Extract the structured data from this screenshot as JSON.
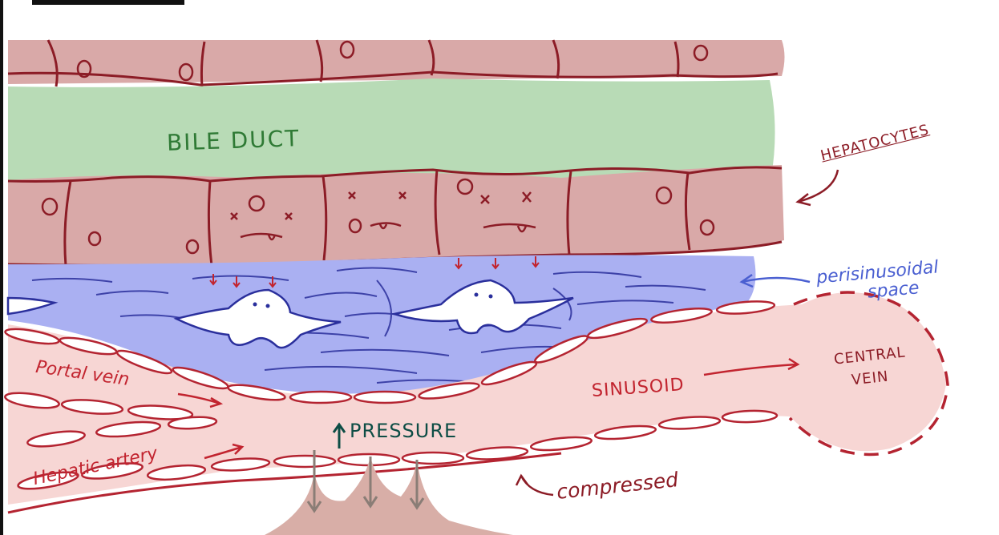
{
  "colors": {
    "hepatocyte_fill": "#d9a9a8",
    "cell_outline": "#8c1c26",
    "bile_duct": "#b8dbb6",
    "bile_text": "#2f7a35",
    "space_fill": "#aab0f2",
    "space_text": "#4a5fd1",
    "vessel_fill": "#f7d6d4",
    "vessel_line": "#c7323f",
    "label_red": "#c2242f",
    "pressure_text": "#0d4d45",
    "arrow_gray": "#8a7d76",
    "background": "#ffffff"
  },
  "labels": {
    "bile_duct": "BILE DUCT",
    "hepatocytes": "HEPATOCYTES",
    "perisinusoidal_1": "perisinusoidal",
    "perisinusoidal_2": "space",
    "central_vein_1": "CENTRAL",
    "central_vein_2": "VEIN",
    "sinusoid": "SINUSOID",
    "portal_vein": "Portal vein",
    "hepatic_artery": "Hepatic artery",
    "pressure": "PRESSURE",
    "compressed": "compressed"
  }
}
